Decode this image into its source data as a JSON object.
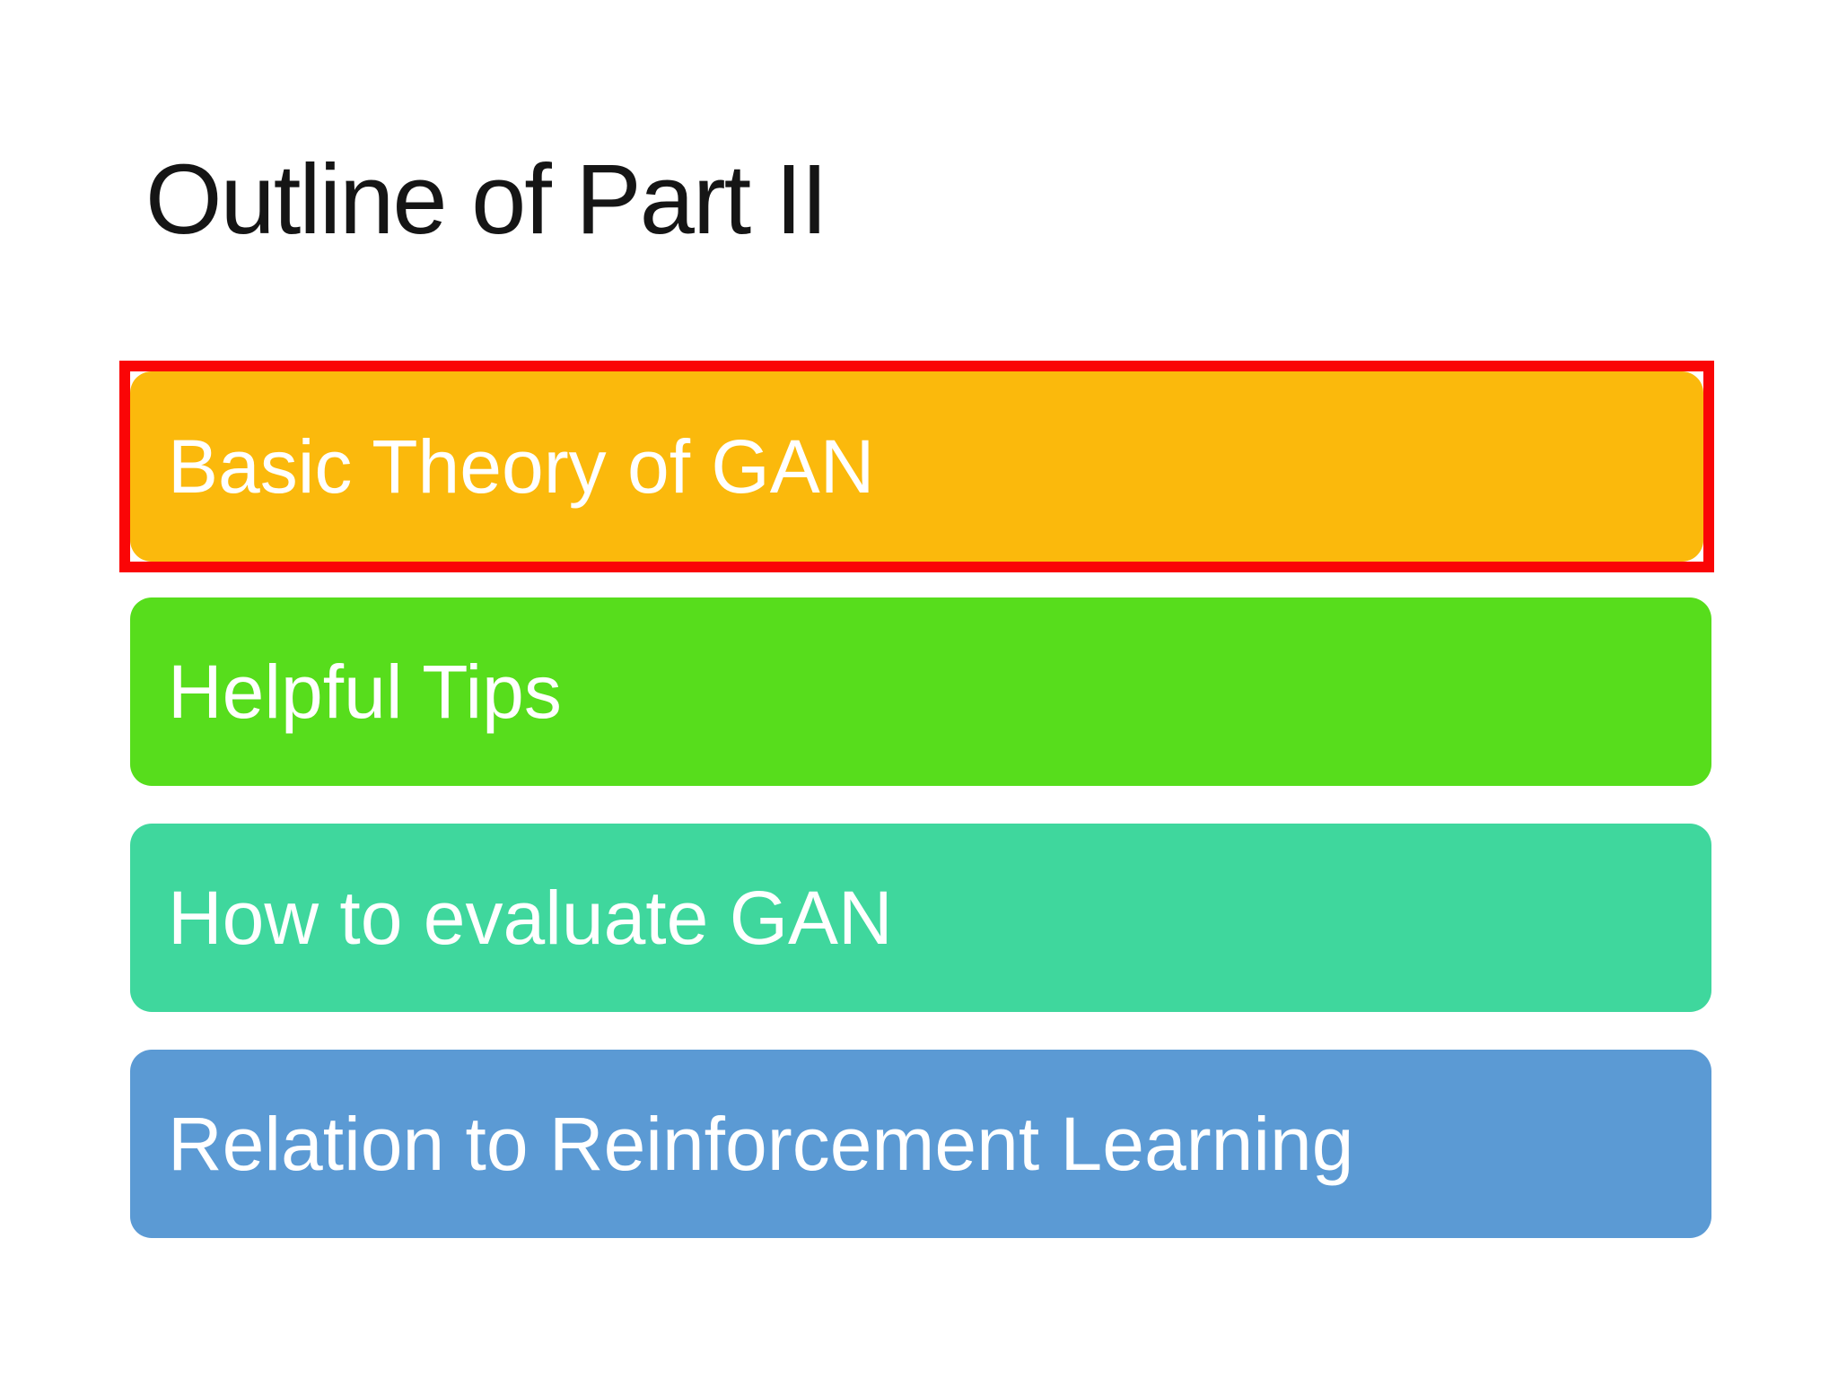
{
  "slide": {
    "background_color": "#ffffff",
    "title": {
      "text": "Outline of Part II",
      "color": "#151515"
    },
    "highlight": {
      "border_color": "#fa0506",
      "highlighted_item": "Basic Theory of GAN"
    },
    "items": [
      {
        "label": "Basic Theory of GAN",
        "color": "#fbb90c",
        "text_color": "#ffffff",
        "highlighted": true
      },
      {
        "label": "Helpful Tips",
        "color": "#57dd1c",
        "text_color": "#ffffff",
        "highlighted": false
      },
      {
        "label": "How to evaluate GAN",
        "color": "#3fd79d",
        "text_color": "#ffffff",
        "highlighted": false
      },
      {
        "label": "Relation to Reinforcement Learning",
        "color": "#5b9ad4",
        "text_color": "#ffffff",
        "highlighted": false
      }
    ]
  }
}
